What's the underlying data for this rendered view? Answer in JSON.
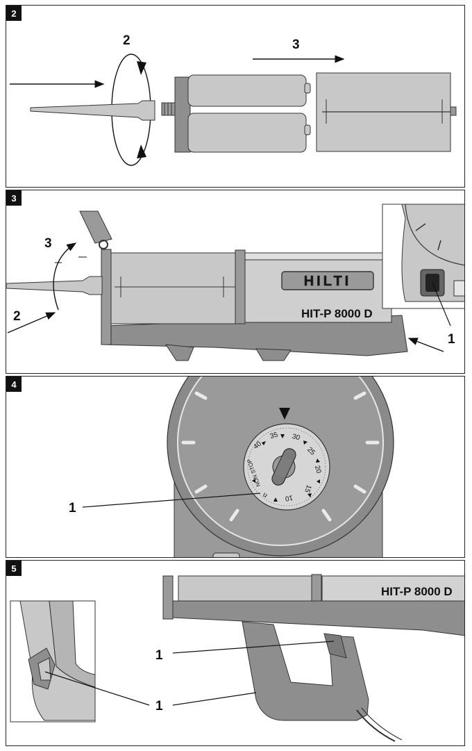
{
  "panels": [
    {
      "number": "2",
      "callouts": [
        "2",
        "3"
      ]
    },
    {
      "number": "3",
      "callouts": [
        "3",
        "2",
        "1"
      ],
      "brand_logo": "HILTI",
      "model_label": "HIT-P 8000 D"
    },
    {
      "number": "4",
      "callouts": [
        "1"
      ],
      "dial_labels": [
        "40",
        "35",
        "30",
        "25",
        "20",
        "15",
        "10",
        "n"
      ],
      "dial_stop_text": "NON STOP"
    },
    {
      "number": "5",
      "callouts": [
        "1",
        "1"
      ],
      "model_label": "HIT-P 8000 D"
    }
  ],
  "colors": {
    "device_gray": "#9a9a9a",
    "light_gray": "#c8c8c8",
    "dark_gray": "#6d6d6d",
    "outline": "#333333"
  }
}
